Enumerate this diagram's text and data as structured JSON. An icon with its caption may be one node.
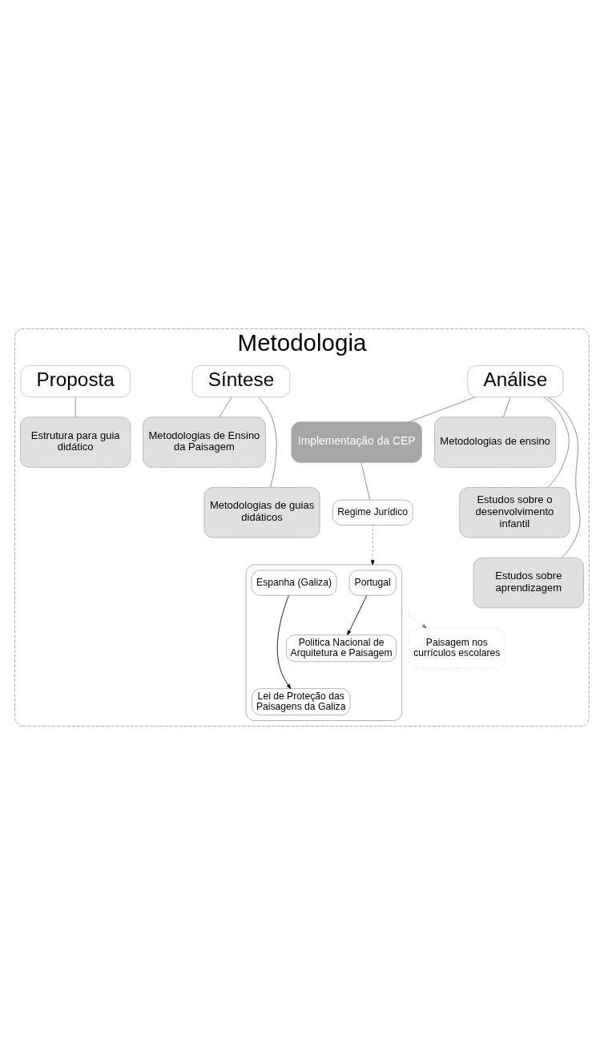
{
  "diagram": {
    "nodes": [
      {
        "text": [
          "Metodologia"
        ]
      },
      {
        "text": [
          "Análise"
        ],
        "in": 0
      },
      {
        "text": [
          "Implementação da CEP"
        ],
        "in": 0
      },
      {
        "text": [
          "Regime Jurídico"
        ],
        "in": 0
      },
      {
        "text": [],
        "shape": "box",
        "in": 0
      },
      {
        "text": [
          "Portugal"
        ],
        "in": 4
      },
      {
        "text": [
          "Politica Nacional de Arquitetura e Paisagem"
        ],
        "in": 4
      },
      {
        "text": [
          "Espanha (Galiza)"
        ],
        "in": 4
      },
      {
        "text": [
          "Lei de Proteção das Paisagens da Galiza"
        ],
        "in": 4
      },
      {
        "text": [
          "Paisagem nos currículos escolares"
        ],
        "in": 0
      },
      {
        "text": [
          "Metodologias de ensino"
        ],
        "in": 0
      },
      {
        "text": [
          "Estudos sobre o desenvolvimento infantil"
        ],
        "in": 0
      },
      {
        "text": [
          "Estudos sobre aprendizagem"
        ],
        "in": 0
      },
      {
        "text": [
          "Síntese"
        ],
        "in": 0
      },
      {
        "text": [
          "Metodologias de Ensino da Paisagem"
        ],
        "in": 0
      },
      {
        "text": [
          "Metodologias de guias didáticos"
        ],
        "in": 0
      },
      {
        "text": [
          "Proposta"
        ],
        "in": 0
      },
      {
        "text": [
          "Estrutura para guia didático"
        ],
        "in": 0
      }
    ],
    "edges": [
      {
        "from": 1,
        "to": 2,
        "arrow": "none"
      },
      {
        "from": 1,
        "to": 10,
        "arrow": "none"
      },
      {
        "from": 1,
        "to": 11,
        "arrow": "none"
      },
      {
        "from": 1,
        "to": 12,
        "arrow": "none"
      },
      {
        "from": 2,
        "to": 3,
        "arrow": "none"
      },
      {
        "from": 3,
        "to": 4,
        "arrow": "to",
        "style": "dashed",
        "color": "#000000"
      },
      {
        "from": 5,
        "to": 6,
        "arrow": "to",
        "color": "#000000"
      },
      {
        "from": 7,
        "to": 8,
        "arrow": "to",
        "color": "#000000"
      },
      {
        "from": 4,
        "to": 9,
        "arrow": "to",
        "style": "dashed"
      },
      {
        "from": 13,
        "to": 14,
        "arrow": "none"
      },
      {
        "from": 13,
        "to": 15,
        "arrow": "none"
      },
      {
        "from": 16,
        "to": 17,
        "arrow": "none"
      }
    ]
  }
}
